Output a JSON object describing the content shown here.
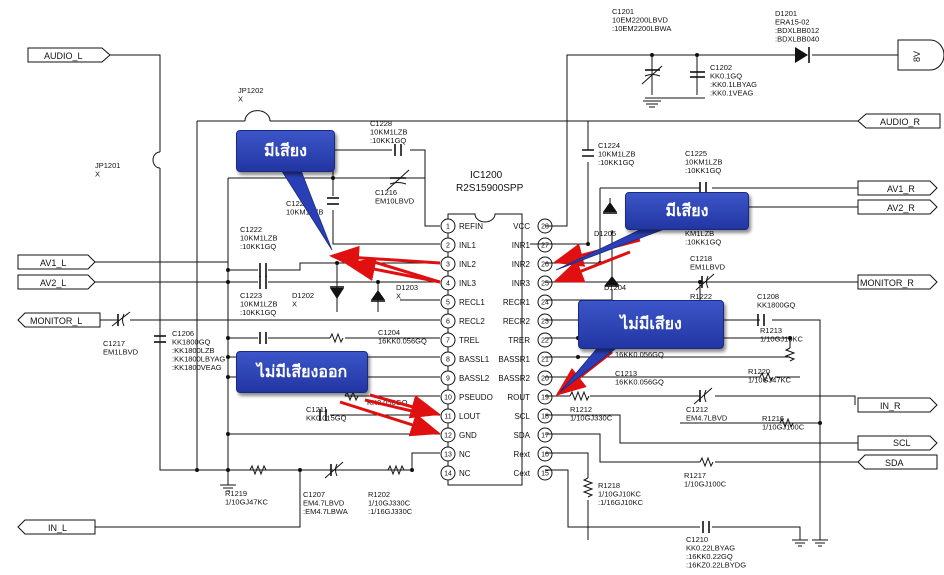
{
  "ic": {
    "ref": "IC1200",
    "part": "R2S15900SPP"
  },
  "pins_left": [
    {
      "num": "1",
      "name": "REFIN"
    },
    {
      "num": "2",
      "name": "INL1"
    },
    {
      "num": "3",
      "name": "INL2"
    },
    {
      "num": "4",
      "name": "INL3"
    },
    {
      "num": "5",
      "name": "RECL1"
    },
    {
      "num": "6",
      "name": "RECL2"
    },
    {
      "num": "7",
      "name": "TREL"
    },
    {
      "num": "8",
      "name": "BASSL1"
    },
    {
      "num": "9",
      "name": "BASSL2"
    },
    {
      "num": "10",
      "name": "PSEUDO"
    },
    {
      "num": "11",
      "name": "LOUT"
    },
    {
      "num": "12",
      "name": "GND"
    },
    {
      "num": "13",
      "name": "NC"
    },
    {
      "num": "14",
      "name": "NC"
    }
  ],
  "pins_right": [
    {
      "num": "28",
      "name": "VCC"
    },
    {
      "num": "27",
      "name": "INR1"
    },
    {
      "num": "26",
      "name": "INR2"
    },
    {
      "num": "25",
      "name": "INR3"
    },
    {
      "num": "24",
      "name": "RECR1"
    },
    {
      "num": "23",
      "name": "RECR2"
    },
    {
      "num": "22",
      "name": "TRER"
    },
    {
      "num": "21",
      "name": "BASSR1"
    },
    {
      "num": "20",
      "name": "BASSR2"
    },
    {
      "num": "19",
      "name": "ROUT"
    },
    {
      "num": "18",
      "name": "SCL"
    },
    {
      "num": "17",
      "name": "SDA"
    },
    {
      "num": "16",
      "name": "Rext"
    },
    {
      "num": "15",
      "name": "Cext"
    }
  ],
  "ports": {
    "audio_l": "AUDIO_L",
    "audio_r": "AUDIO_R",
    "av1_l": "AV1_L",
    "av2_l": "AV2_L",
    "monitor_l": "MONITOR_L",
    "in_l": "IN_L",
    "av1_r": "AV1_R",
    "av2_r": "AV2_R",
    "monitor_r": "MONITOR_R",
    "in_r": "IN_R",
    "scl": "SCL",
    "sda": "SDA",
    "v8": "8V"
  },
  "labels": {
    "c1201": [
      "C1201",
      "10EM2200LBVD",
      ":10EM2200LBWA"
    ],
    "d1201": [
      "D1201",
      "ERA15-02",
      ":BDXLBB012",
      ":BDXLBB040"
    ],
    "c1202": [
      "C1202",
      "KK0.1GQ",
      ":KK0.1LBYAG",
      ":KK0.1VEAG"
    ],
    "jp1202": [
      "JP1202",
      "X"
    ],
    "jp1201": [
      "JP1201",
      "X"
    ],
    "c1228": [
      "C1228",
      "10KM1LZB",
      ":10KK1GQ"
    ],
    "c1216": [
      "C1216",
      "EM10LBVD"
    ],
    "c1221": [
      "C1221",
      "10KM1LZB"
    ],
    "c1224": [
      "C1224",
      "10KM1LZB",
      ":10KK1GQ"
    ],
    "c1225": [
      "C1225",
      "10KM1LZB",
      ":10KK1GQ"
    ],
    "c1222": [
      "C1222",
      "10KM1LZB",
      ":10KK1GQ"
    ],
    "c1223": [
      "C1223",
      "10KM1LZB",
      ":10KK1GQ"
    ],
    "d1202": [
      "D1202",
      "X"
    ],
    "d1203": [
      "D1203",
      "X"
    ],
    "d1205": [
      "D1205"
    ],
    "d1204": [
      "D1204"
    ],
    "c1226_frag": [
      "KM1LZB",
      ":10KK1GQ"
    ],
    "c1218": [
      "C1218",
      "EM1LBVD"
    ],
    "r1222": [
      "R1222"
    ],
    "c1208": [
      "C1208",
      "KK1800GQ"
    ],
    "r1213": [
      "R1213",
      "1/10GJ10KC"
    ],
    "c1217": [
      "C1217",
      "EM1LBVD"
    ],
    "c1206": [
      "C1206",
      "KK1800GQ",
      ":KK1800LZB",
      ":KK1800LBYAG",
      ":KK1800VEAG"
    ],
    "c1204": [
      "C1204",
      "16KK0.056GQ"
    ],
    "r1204_frag": [
      "R1204"
    ],
    "c1205_frag": [
      "KK0.056GQ"
    ],
    "c1211": [
      "C1211",
      "KK0.015GQ"
    ],
    "c1213": [
      "C1213",
      "16KK0.056GQ"
    ],
    "c1213_top": [
      "16KK0.056GQ"
    ],
    "r1220": [
      "R1220",
      "1/10GJ47KC"
    ],
    "r1212": [
      "R1212",
      "1/10GJ330C"
    ],
    "c1212": [
      "C1212",
      "EM4.7LBVD"
    ],
    "r1216": [
      "R1216",
      "1/10GJ100C"
    ],
    "r1217": [
      "R1217",
      "1/10GJ100C"
    ],
    "r1218": [
      "R1218",
      "1/10GJ10KC",
      ":1/16GJ10KC"
    ],
    "r1219": [
      "R1219",
      "1/10GJ47KC"
    ],
    "c1207": [
      "C1207",
      "EM4.7LBVD",
      ":EM4.7LBWA"
    ],
    "r1202": [
      "R1202",
      "1/10GJ330C",
      ":1/16GJ330C"
    ],
    "c1210": [
      "C1210",
      "KK0.22LBYAG",
      ":16KK0.22GQ",
      ":16KZ0.22LBYDG"
    ]
  },
  "callouts": {
    "has_sound_left": "มีเสียง",
    "has_sound_right": "มีเสียง",
    "no_sound_right": "ไม่มีเสียง",
    "no_sound_out": "ไม่มีเสียงออก"
  },
  "colors": {
    "wire": "#111111",
    "arrow": "#e01010",
    "callout_bg": "#2a3fb5",
    "callout_text": "#ffffff"
  }
}
